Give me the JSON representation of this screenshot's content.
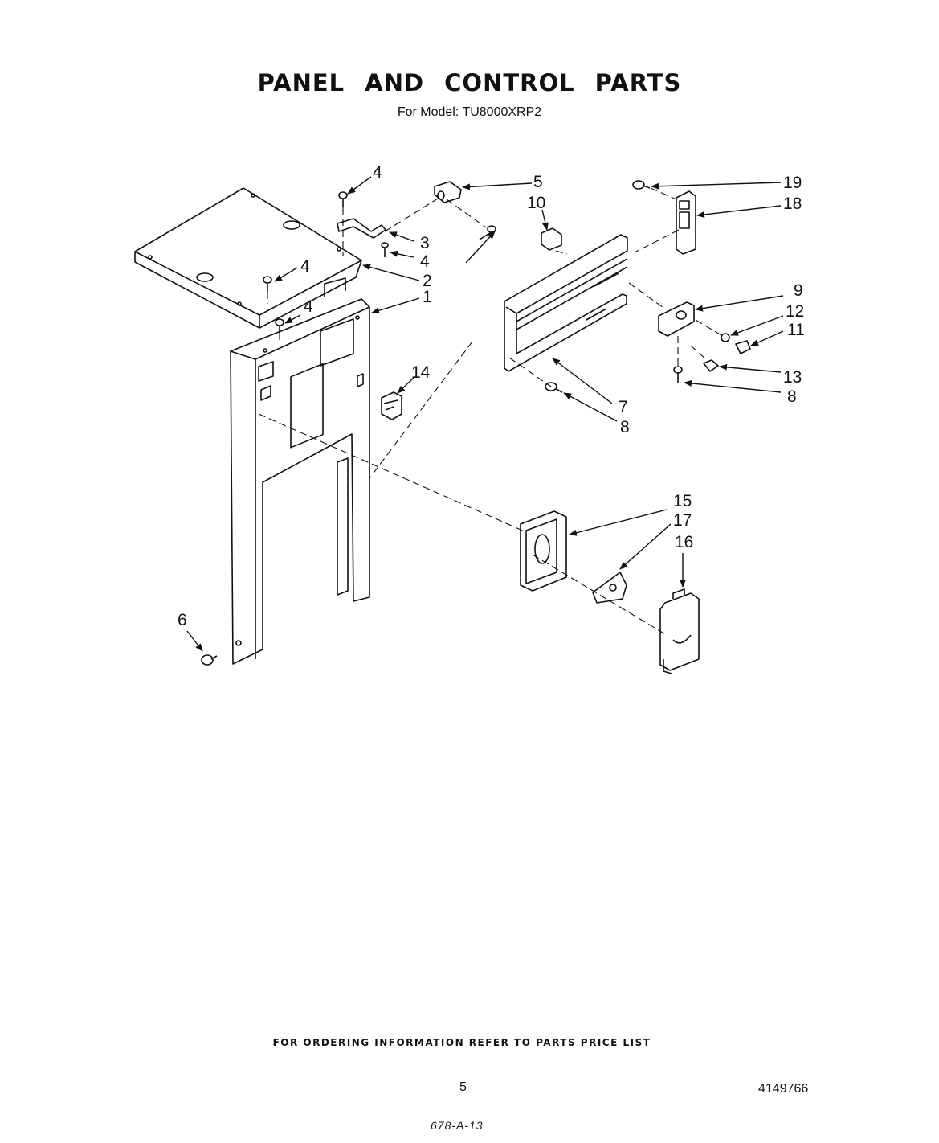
{
  "title": "PANEL AND CONTROL PARTS",
  "subtitle": "For Model: TU8000XRP2",
  "callouts": [
    {
      "id": "c4a",
      "text": "4"
    },
    {
      "id": "c5",
      "text": "5"
    },
    {
      "id": "c10",
      "text": "10"
    },
    {
      "id": "c19",
      "text": "19"
    },
    {
      "id": "c18",
      "text": "18"
    },
    {
      "id": "c3",
      "text": "3"
    },
    {
      "id": "c4b",
      "text": "4"
    },
    {
      "id": "c4c",
      "text": "4"
    },
    {
      "id": "c2",
      "text": "2"
    },
    {
      "id": "c1",
      "text": "1"
    },
    {
      "id": "c4d",
      "text": "4"
    },
    {
      "id": "c9",
      "text": "9"
    },
    {
      "id": "c12",
      "text": "12"
    },
    {
      "id": "c11",
      "text": "11"
    },
    {
      "id": "c14",
      "text": "14"
    },
    {
      "id": "c13",
      "text": "13"
    },
    {
      "id": "c8a",
      "text": "8"
    },
    {
      "id": "c7",
      "text": "7"
    },
    {
      "id": "c8b",
      "text": "8"
    },
    {
      "id": "c15",
      "text": "15"
    },
    {
      "id": "c17",
      "text": "17"
    },
    {
      "id": "c16",
      "text": "16"
    },
    {
      "id": "c6",
      "text": "6"
    }
  ],
  "footer": {
    "ordering_note": "FOR ORDERING INFORMATION REFER TO PARTS PRICE LIST",
    "page_number": "5",
    "document_number": "4149766",
    "handwritten_code": "678-A-13"
  }
}
